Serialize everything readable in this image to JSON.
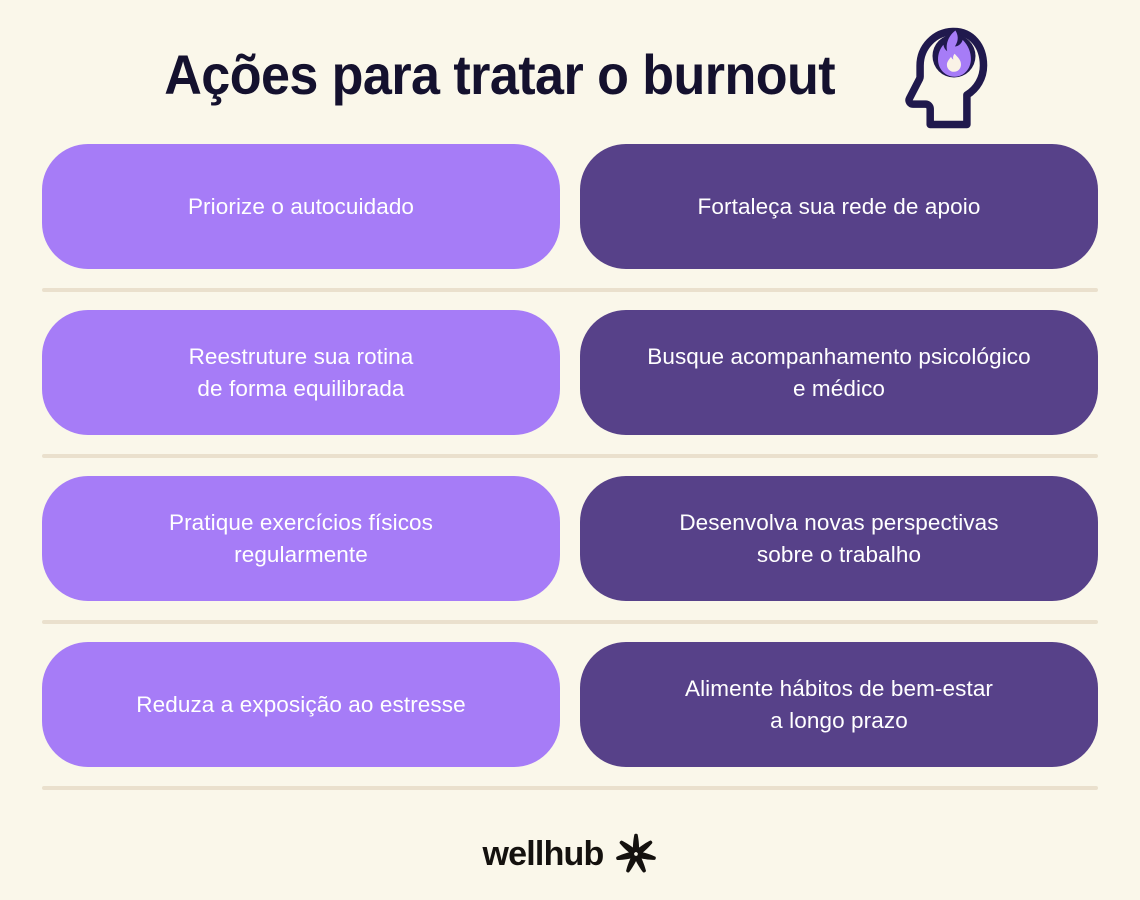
{
  "header": {
    "title": "Ações para tratar o burnout",
    "icon": "head-flame-burnout-icon"
  },
  "colors": {
    "background": "#faf7ea",
    "card_light": "#a67cf7",
    "card_dark": "#574189",
    "divider": "#eae0cd",
    "title_text": "#14112e",
    "card_text": "#ffffff",
    "icon_outline": "#20194d",
    "icon_flame": "#a67cf7",
    "icon_flame_inner": "#faf2e6",
    "brand_text": "#14110e"
  },
  "rows": [
    {
      "left": {
        "lines": [
          "Priorize o autocuidado"
        ],
        "style": "light"
      },
      "right": {
        "lines": [
          "Fortaleça sua rede de apoio"
        ],
        "style": "dark"
      }
    },
    {
      "left": {
        "lines": [
          "Reestruture sua rotina",
          "de forma equilibrada"
        ],
        "style": "light"
      },
      "right": {
        "lines": [
          "Busque acompanhamento psicológico",
          "e médico"
        ],
        "style": "dark"
      }
    },
    {
      "left": {
        "lines": [
          "Pratique exercícios físicos",
          "regularmente"
        ],
        "style": "light"
      },
      "right": {
        "lines": [
          "Desenvolva novas perspectivas",
          "sobre o trabalho"
        ],
        "style": "dark"
      }
    },
    {
      "left": {
        "lines": [
          "Reduza a exposição ao estresse"
        ],
        "style": "light"
      },
      "right": {
        "lines": [
          "Alimente hábitos de bem-estar",
          "a longo prazo"
        ],
        "style": "dark"
      }
    }
  ],
  "cards": {
    "r1c1_l1": "Priorize o autocuidado",
    "r1c2_l1": "Fortaleça sua rede de apoio",
    "r2c1_l1": "Reestruture sua rotina",
    "r2c1_l2": "de forma equilibrada",
    "r2c2_l1": "Busque acompanhamento psicológico",
    "r2c2_l2": "e médico",
    "r3c1_l1": "Pratique exercícios físicos",
    "r3c1_l2": "regularmente",
    "r3c2_l1": "Desenvolva novas perspectivas",
    "r3c2_l2": "sobre o trabalho",
    "r4c1_l1": "Reduza a exposição ao estresse",
    "r4c2_l1": "Alimente hábitos de bem-estar",
    "r4c2_l2": "a longo prazo"
  },
  "footer": {
    "brand_name": "wellhub",
    "brand_mark": "pinwheel-logo-icon"
  }
}
